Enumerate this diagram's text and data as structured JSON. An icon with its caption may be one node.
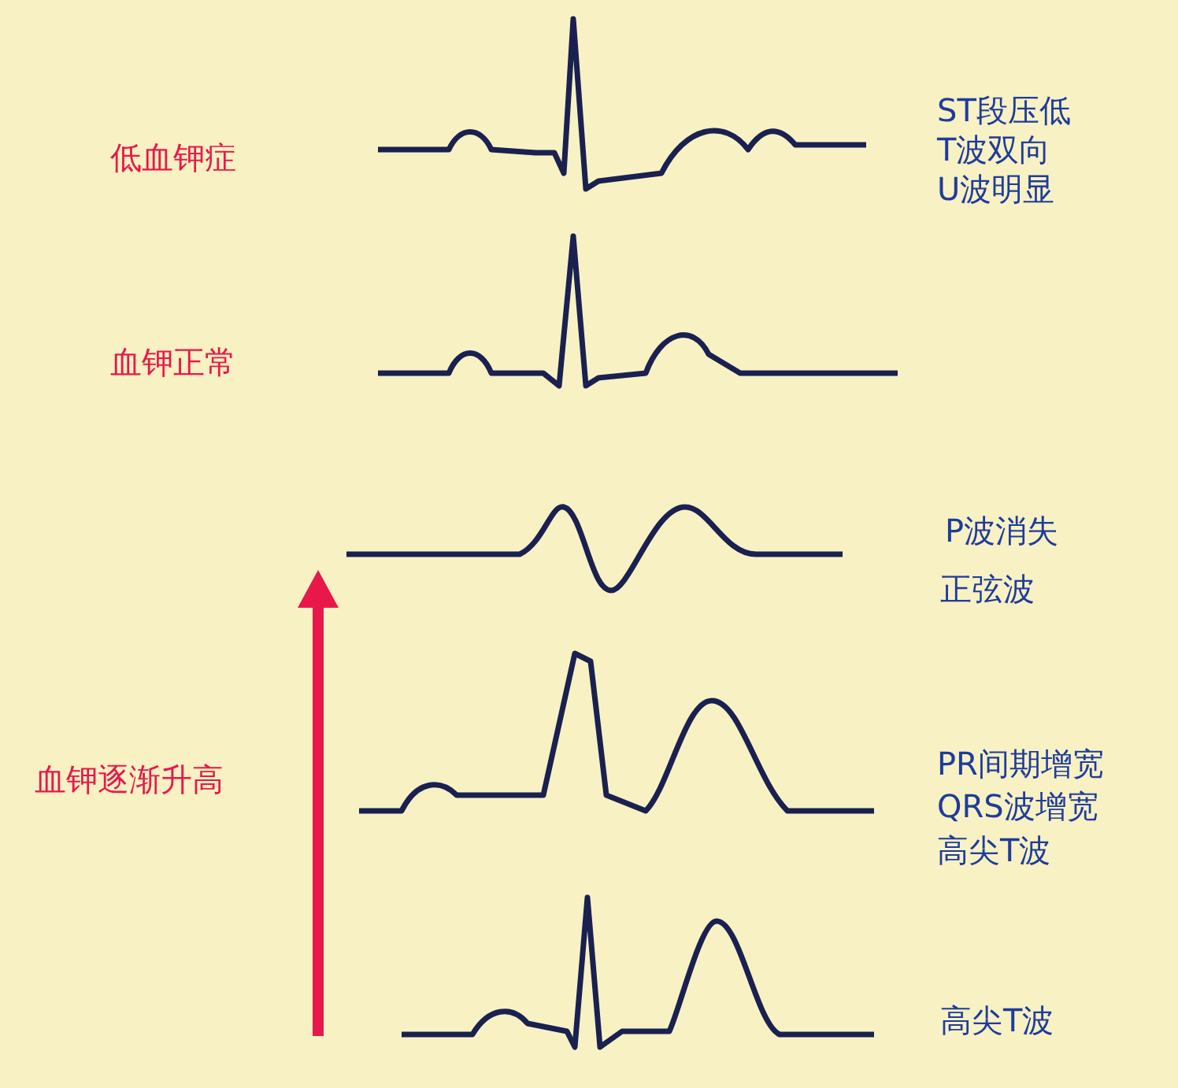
{
  "diagram": {
    "labels": [
      "低血钾症",
      "ST段压低",
      "T波双向",
      "U波明显",
      "血钾正常",
      "P波消失",
      "正弦波",
      "血钾逐渐升高",
      "PR间期增宽",
      "QRS波增宽",
      "高尖T波",
      "高尖T波"
    ]
  }
}
